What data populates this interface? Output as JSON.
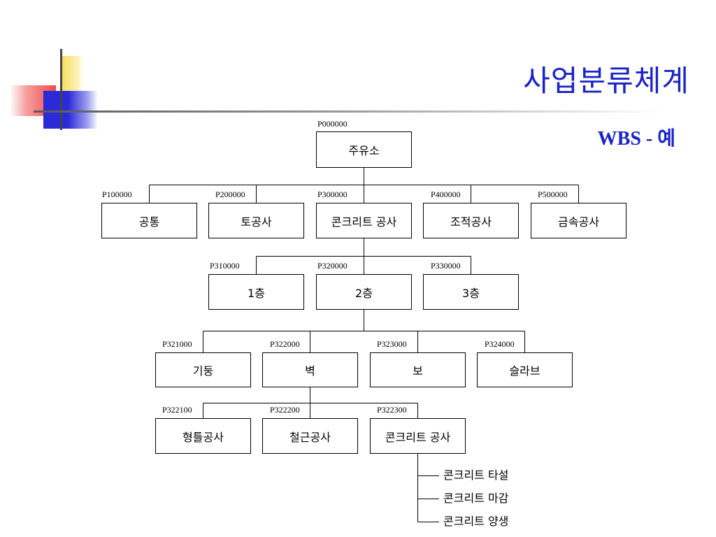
{
  "slide": {
    "title": "사업분류체계",
    "subtitle": "WBS - 예"
  },
  "colors": {
    "title": "#1a23c8",
    "deco_yellow": "#f5dc55",
    "deco_red": "#f04848",
    "deco_blue": "#2a2ad8"
  },
  "wbs": {
    "root": {
      "code": "P000000",
      "label": "주유소"
    },
    "level1": [
      {
        "code": "P100000",
        "label": "공통"
      },
      {
        "code": "P200000",
        "label": "토공사"
      },
      {
        "code": "P300000",
        "label": "콘크리트 공사"
      },
      {
        "code": "P400000",
        "label": "조적공사"
      },
      {
        "code": "P500000",
        "label": "금속공사"
      }
    ],
    "level2": [
      {
        "code": "P310000",
        "label": "1층"
      },
      {
        "code": "P320000",
        "label": "2층"
      },
      {
        "code": "P330000",
        "label": "3층"
      }
    ],
    "level3": [
      {
        "code": "P321000",
        "label": "기둥"
      },
      {
        "code": "P322000",
        "label": "벽"
      },
      {
        "code": "P323000",
        "label": "보"
      },
      {
        "code": "P324000",
        "label": "슬라브"
      }
    ],
    "level4": [
      {
        "code": "P322100",
        "label": "형틀공사"
      },
      {
        "code": "P322200",
        "label": "철근공사"
      },
      {
        "code": "P322300",
        "label": "콘크리트 공사"
      }
    ],
    "activities": [
      "콘크리트 타설",
      "콘크리트 마감",
      "콘크리트 양생"
    ]
  }
}
